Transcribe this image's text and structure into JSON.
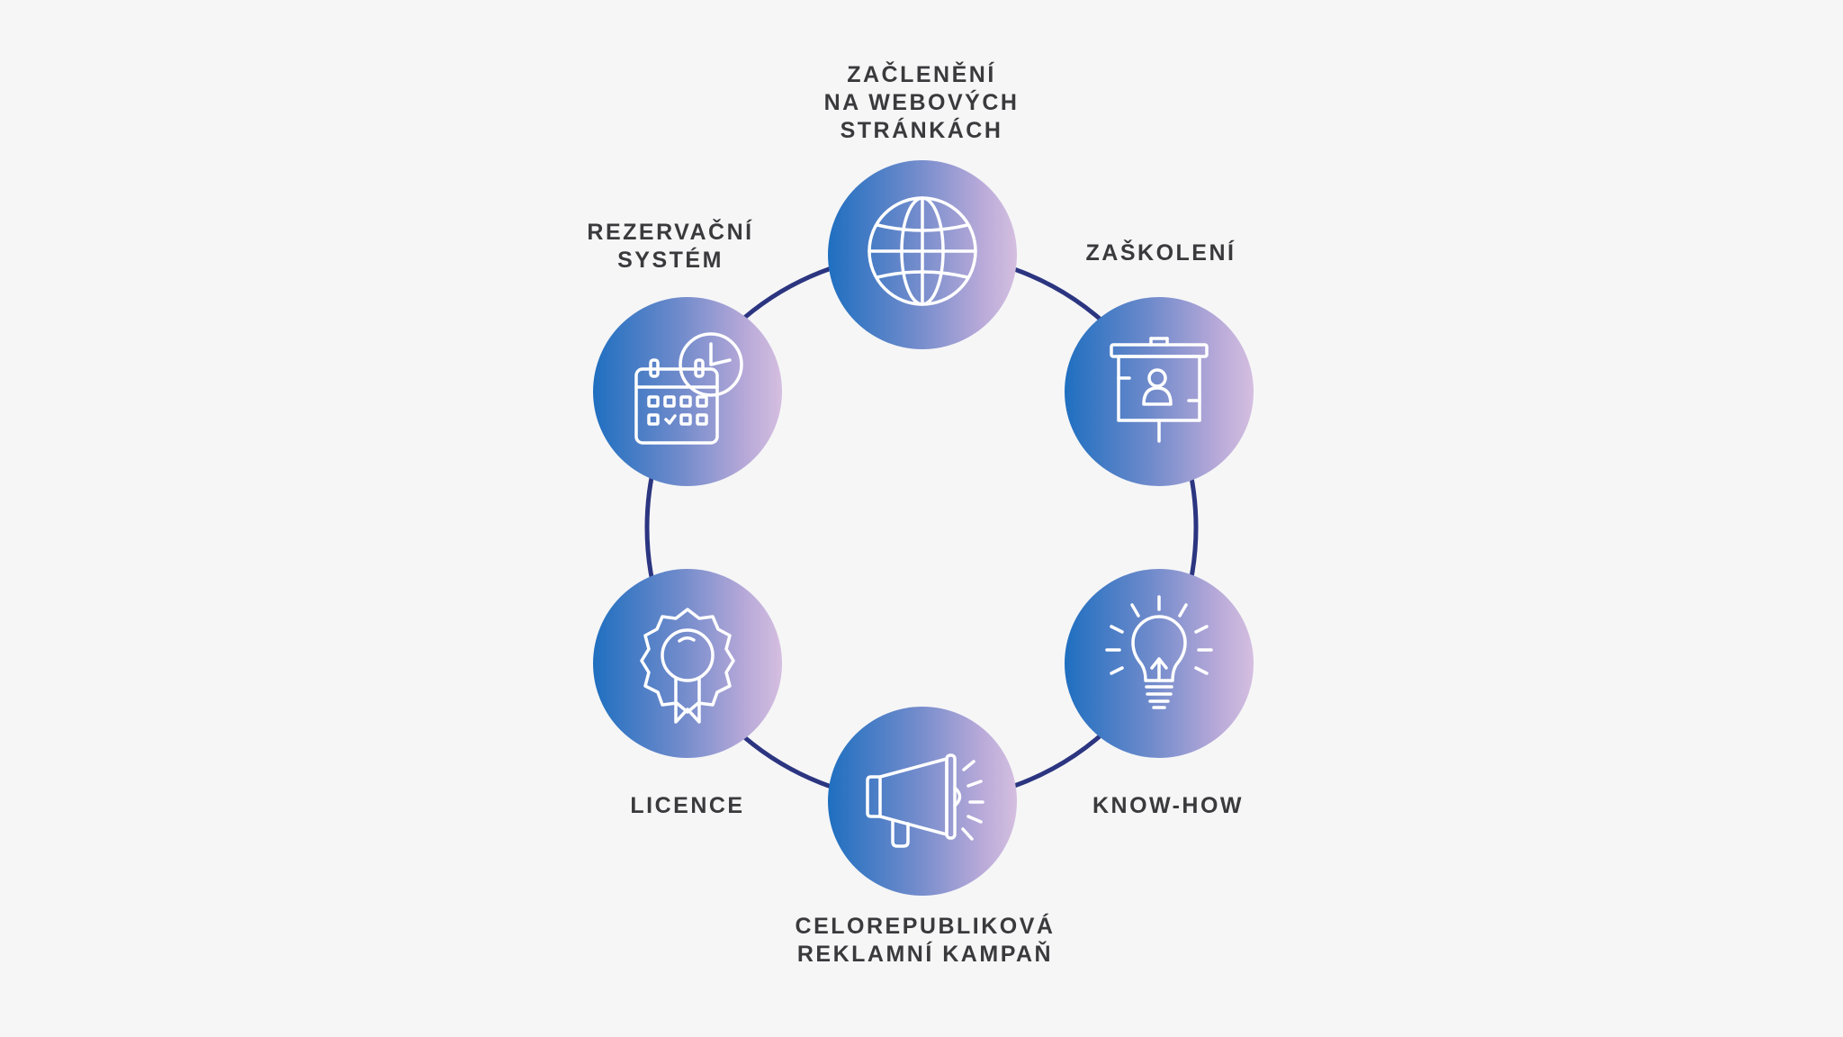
{
  "diagram": {
    "ring_color": "#2b3580",
    "node_gradient": [
      "#1f6fc0",
      "#6e8acb",
      "#b6a8d8",
      "#d5bfe0"
    ],
    "label_color": "#3a3a3d",
    "nodes": [
      {
        "id": "web",
        "icon": "globe-icon",
        "label_lines": [
          "ZAČLENĚNÍ",
          "NA WEBOVÝCH",
          "STRÁNKÁCH"
        ]
      },
      {
        "id": "training",
        "icon": "presentation-board-icon",
        "label_lines": [
          "ZAŠKOLENÍ"
        ]
      },
      {
        "id": "knowhow",
        "icon": "lightbulb-icon",
        "label_lines": [
          "KNOW-HOW"
        ]
      },
      {
        "id": "campaign",
        "icon": "megaphone-icon",
        "label_lines": [
          "CELOREPUBLIKOVÁ",
          "REKLAMNÍ KAMPAŇ"
        ]
      },
      {
        "id": "licence",
        "icon": "award-badge-icon",
        "label_lines": [
          "LICENCE"
        ]
      },
      {
        "id": "booking",
        "icon": "calendar-clock-icon",
        "label_lines": [
          "REZERVAČNÍ",
          "SYSTÉM"
        ]
      }
    ]
  }
}
